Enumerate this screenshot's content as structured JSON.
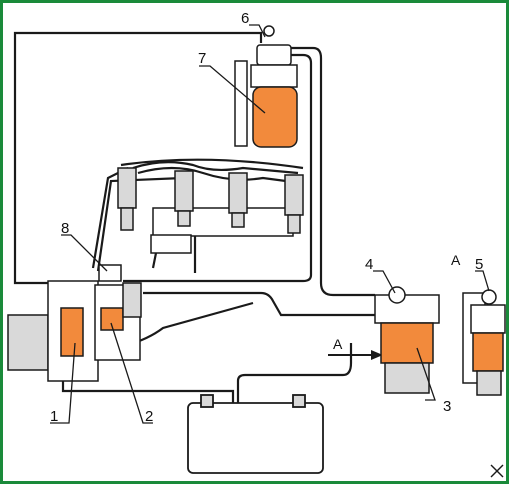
{
  "labels": {
    "l1": "1",
    "l2": "2",
    "l3": "3",
    "l4": "4",
    "l5": "5",
    "l6": "6",
    "l7": "7",
    "l8": "8",
    "arrowA": "A",
    "viewA": "A"
  },
  "colors": {
    "border": "#1a8a3a",
    "filter_orange": "#f28a3c",
    "outline": "#1a1a1a",
    "fill_light": "#ffffff",
    "fill_gray": "#d9d9d9"
  }
}
